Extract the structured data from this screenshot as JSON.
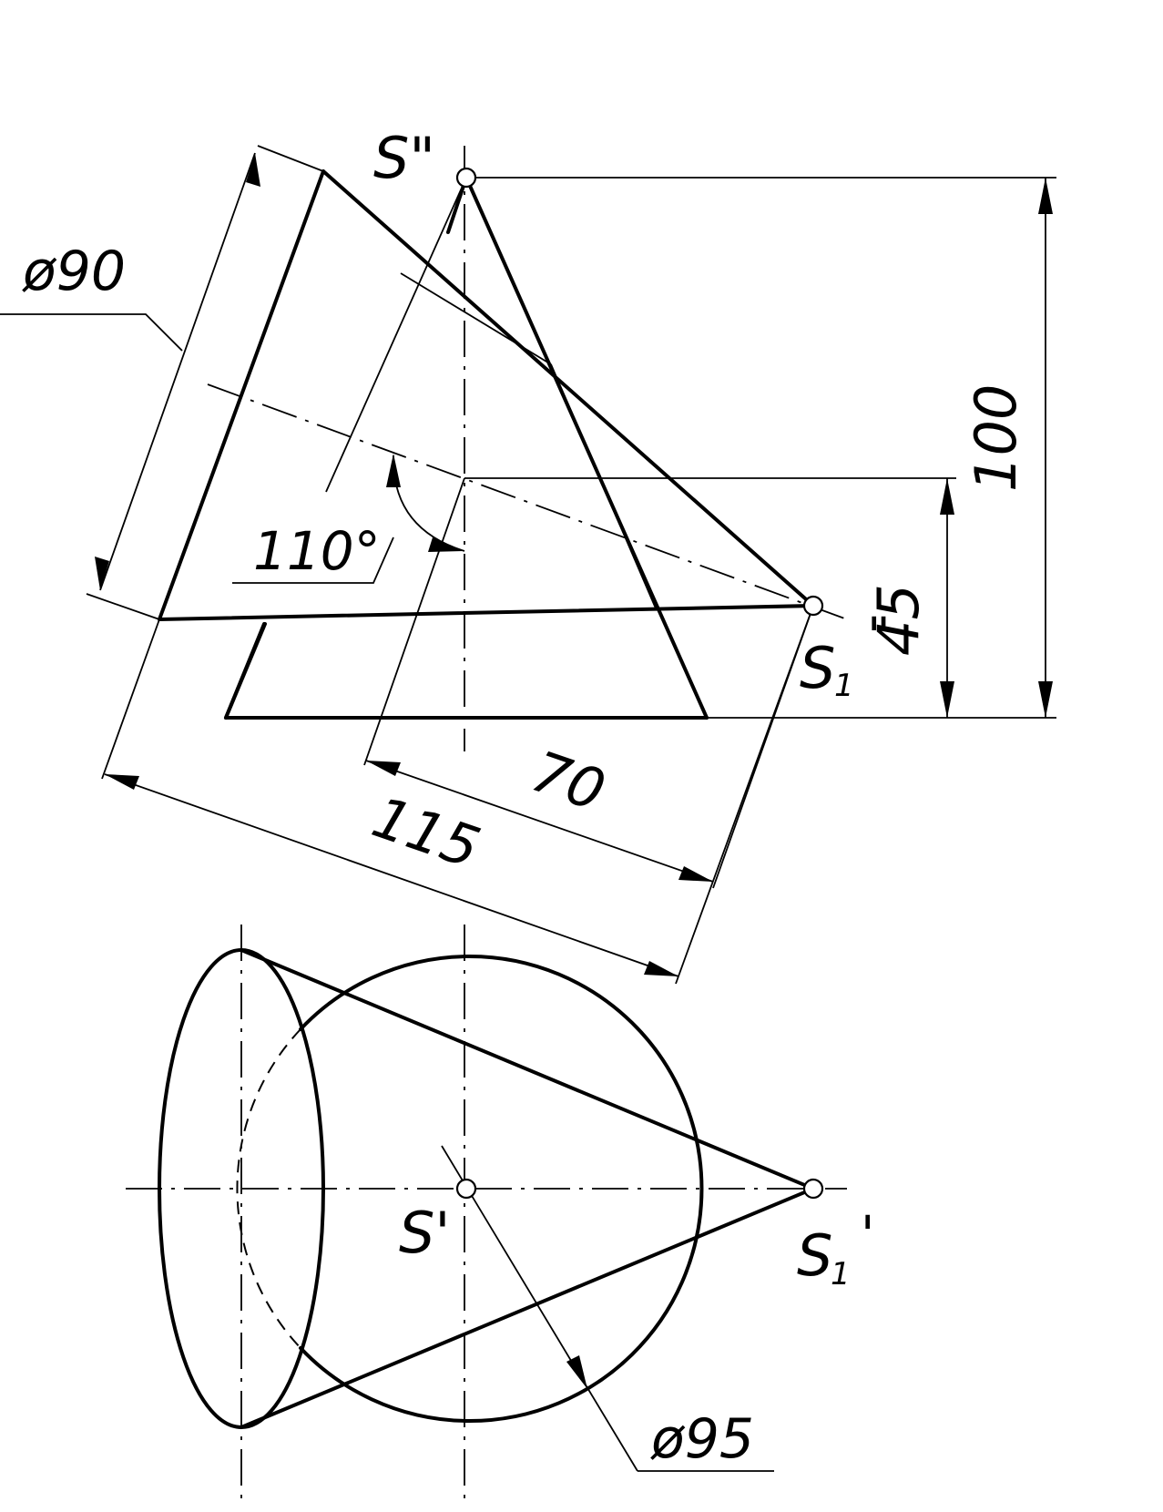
{
  "labels": {
    "apex_front": "S\"",
    "apex_top": "S'",
    "apex2_front_base": "S",
    "apex2_front_sub": "1",
    "apex2_front_mark": "\"",
    "apex2_top_base": "S",
    "apex2_top_sub": "1",
    "apex2_top_mark": "'"
  },
  "dimensions": {
    "diameter_inclined_cone": "ø90",
    "diameter_base_cone": "ø95",
    "height": "100",
    "axis_height": "45",
    "angle": "110°",
    "axis_offset": "70",
    "inclined_length": "115"
  }
}
